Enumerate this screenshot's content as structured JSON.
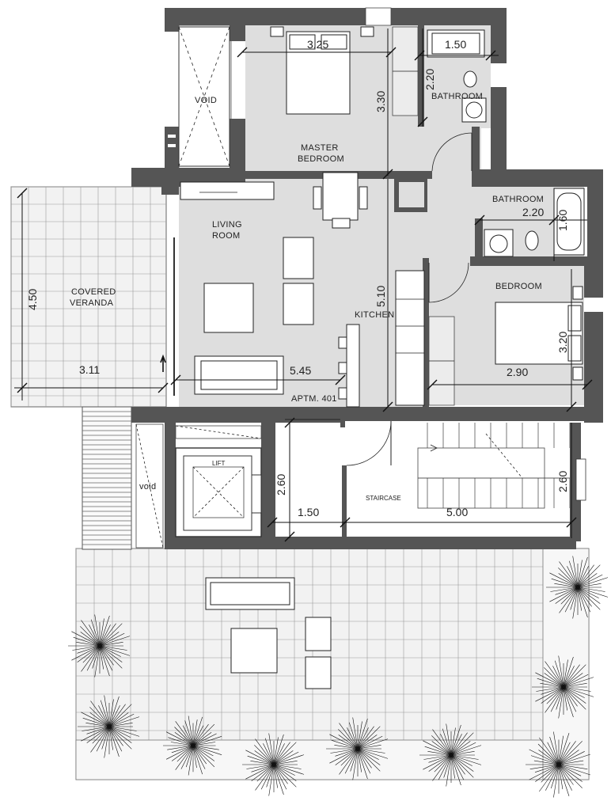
{
  "rooms": {
    "void_top": "VOID",
    "master_bedroom_1": "MASTER",
    "master_bedroom_2": "BEDROOM",
    "bathroom_1": "BATHROOM",
    "bathroom_2": "BATHROOM",
    "living_room_1": "LIVING",
    "living_room_2": "ROOM",
    "kitchen": "KITCHEN",
    "bedroom": "BEDROOM",
    "covered_veranda_1": "COVERED",
    "covered_veranda_2": "VERANDA",
    "apartment": "APTM. 401",
    "lift": "LIFT",
    "void_small": "void",
    "staircase": "STAIRCASE"
  },
  "dimensions": {
    "master_width": "3.25",
    "master_depth": "3.30",
    "bath1_width": "1.50",
    "bath1_depth": "2.20",
    "bath2_width": "2.20",
    "bath2_depth": "1.60",
    "kitchen_depth": "5.10",
    "living_width": "5.45",
    "bedroom_width": "2.90",
    "bedroom_depth": "3.20",
    "veranda_width": "3.11",
    "veranda_depth": "4.50",
    "hall_depth": "2.60",
    "hall_width": "1.50",
    "stair_width": "5.00",
    "stair_depth": "2.60"
  }
}
